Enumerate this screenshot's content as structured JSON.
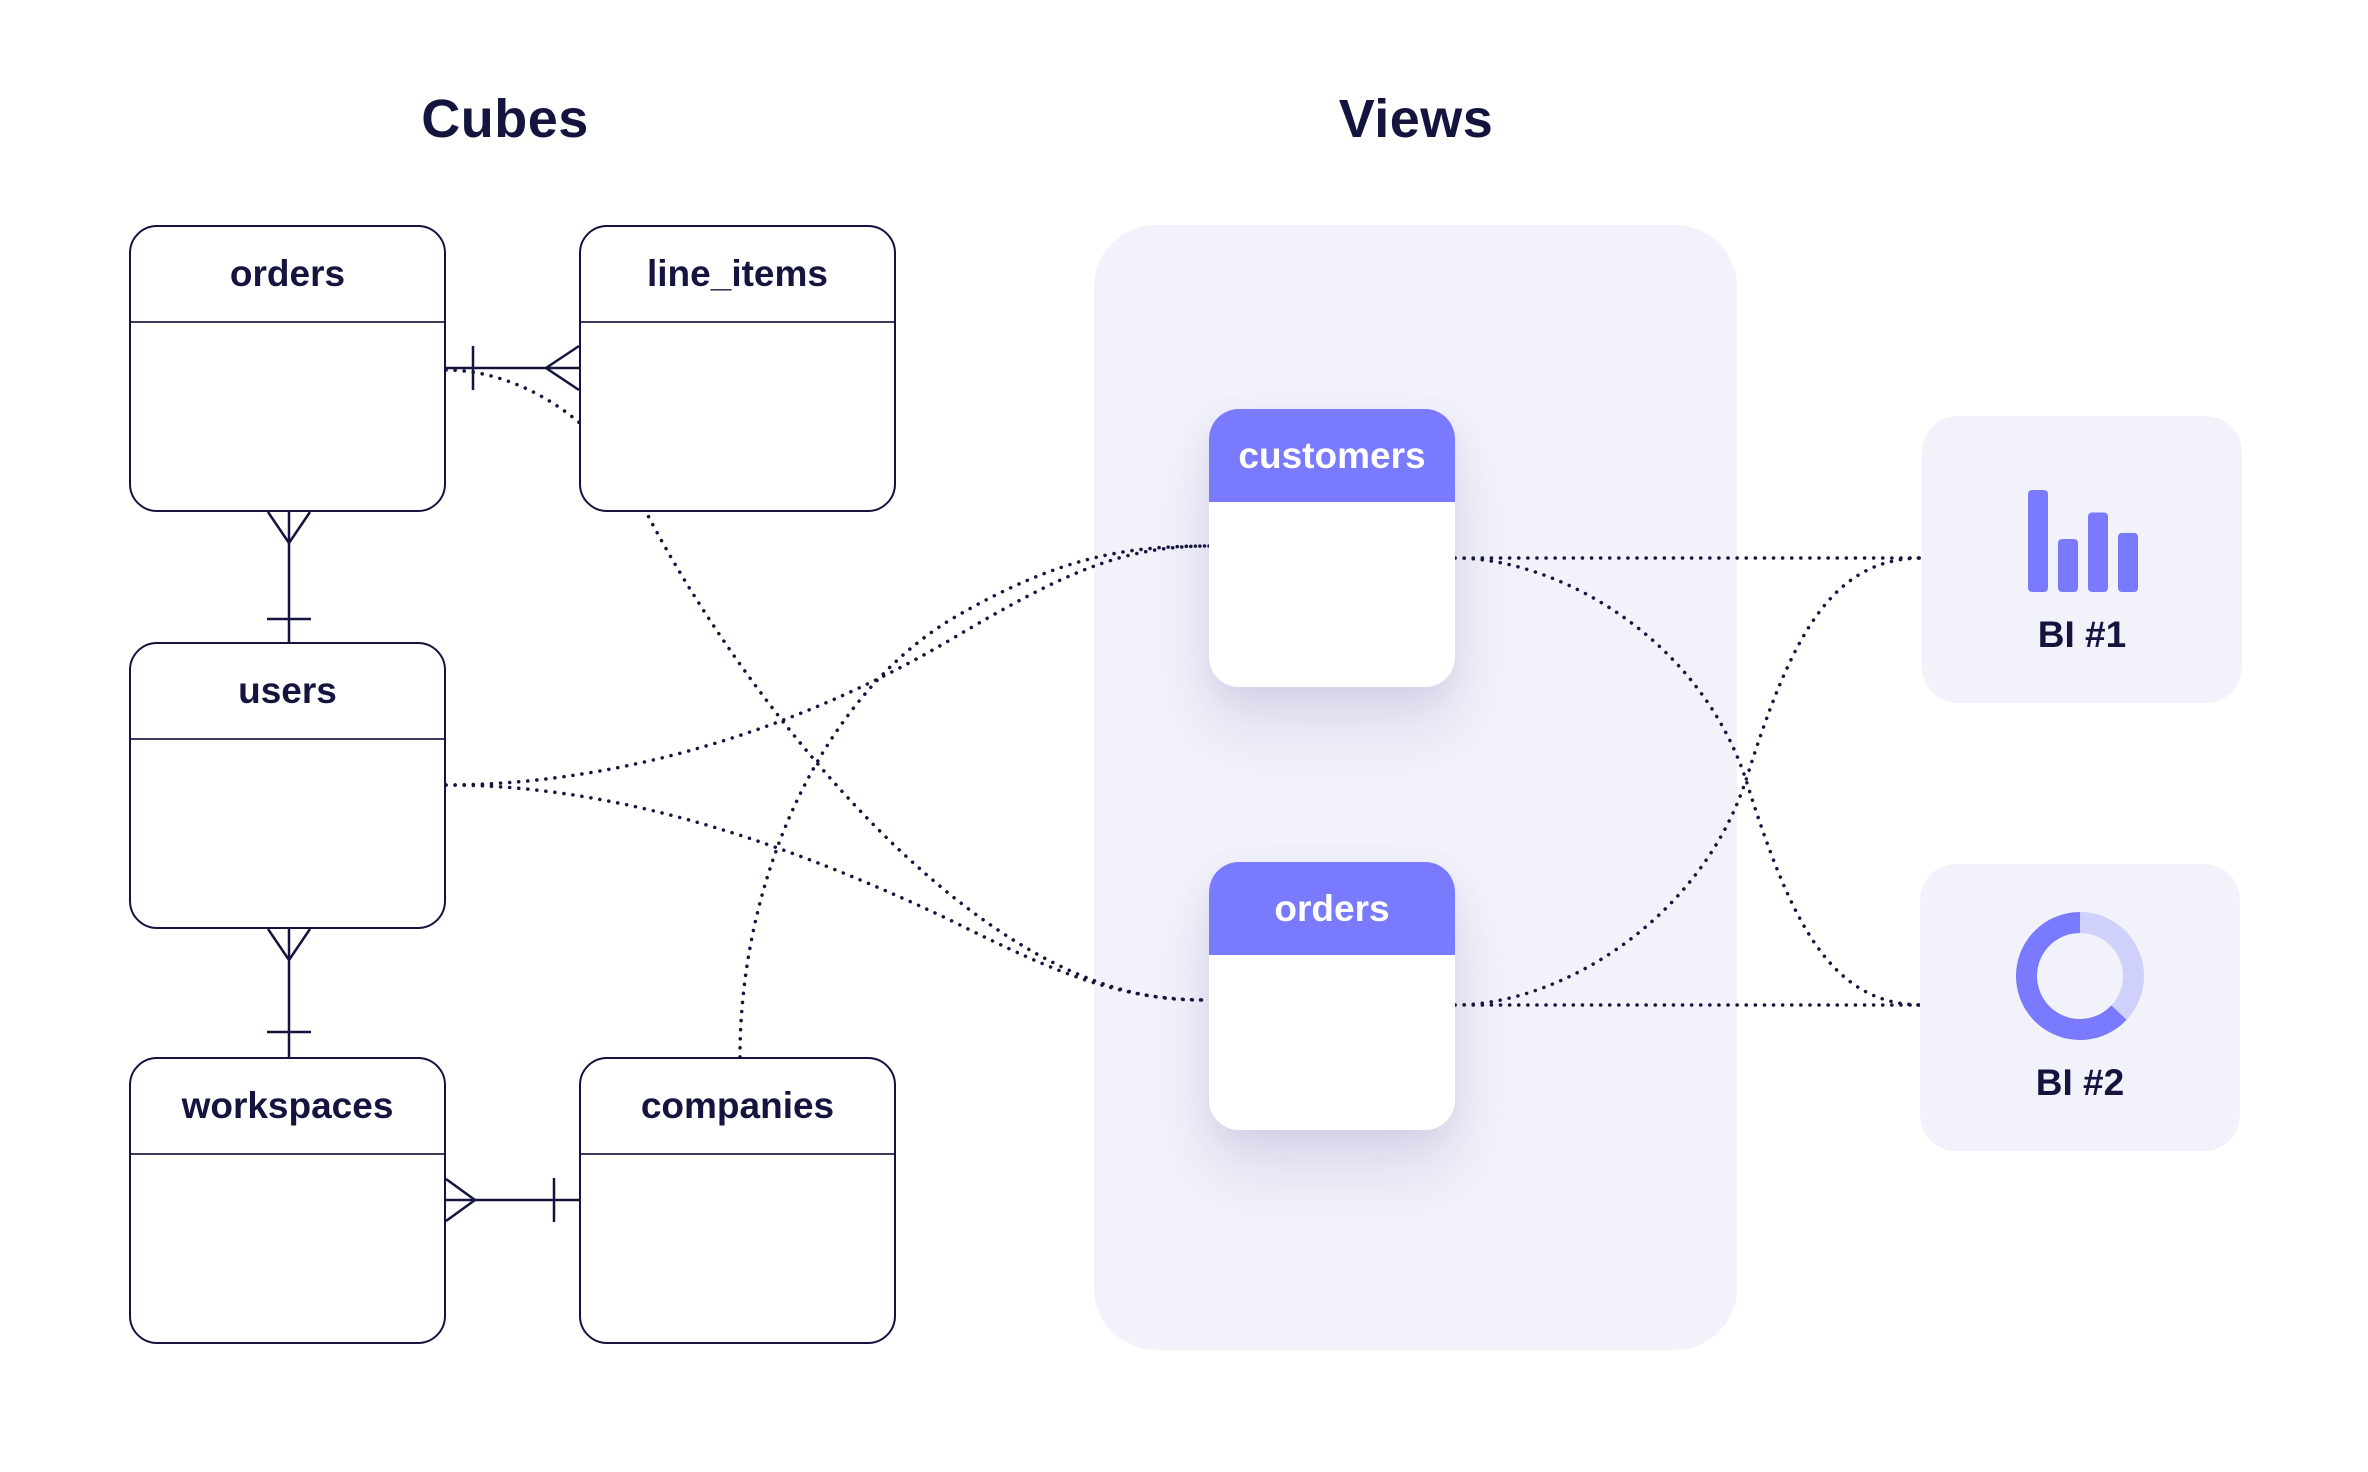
{
  "titles": {
    "cubes": "Cubes",
    "views": "Views"
  },
  "cubes": [
    {
      "id": "orders",
      "label": "orders"
    },
    {
      "id": "line_items",
      "label": "line_items"
    },
    {
      "id": "users",
      "label": "users"
    },
    {
      "id": "workspaces",
      "label": "workspaces"
    },
    {
      "id": "companies",
      "label": "companies"
    }
  ],
  "views": [
    {
      "id": "customers",
      "label": "customers"
    },
    {
      "id": "orders",
      "label": "orders"
    }
  ],
  "bi_tools": [
    {
      "id": "bi1",
      "label": "BI #1",
      "icon": "bar-chart-icon"
    },
    {
      "id": "bi2",
      "label": "BI #2",
      "icon": "donut-chart-icon"
    }
  ],
  "relationships": [
    {
      "from": "orders",
      "to": "line_items",
      "from_cardinality": "one",
      "to_cardinality": "many"
    },
    {
      "from": "orders",
      "to": "users",
      "from_cardinality": "many",
      "to_cardinality": "one"
    },
    {
      "from": "users",
      "to": "workspaces",
      "from_cardinality": "many",
      "to_cardinality": "one"
    },
    {
      "from": "workspaces",
      "to": "companies",
      "from_cardinality": "many",
      "to_cardinality": "one"
    }
  ],
  "view_sources": {
    "customers": [
      "users",
      "companies"
    ],
    "orders": [
      "orders",
      "line_items",
      "users"
    ]
  },
  "bi_connections": {
    "bi1": [
      "customers",
      "orders"
    ],
    "bi2": [
      "customers",
      "orders"
    ]
  },
  "colors": {
    "ink": "#14143f",
    "accent": "#7a7aff",
    "accent_light": "#d0d0fc",
    "panel": "#f2f2fa"
  },
  "icons": {
    "bi1_bar_values": [
      1.0,
      0.52,
      0.78,
      0.58
    ],
    "bi2_donut_share": [
      0.63,
      0.37
    ]
  }
}
